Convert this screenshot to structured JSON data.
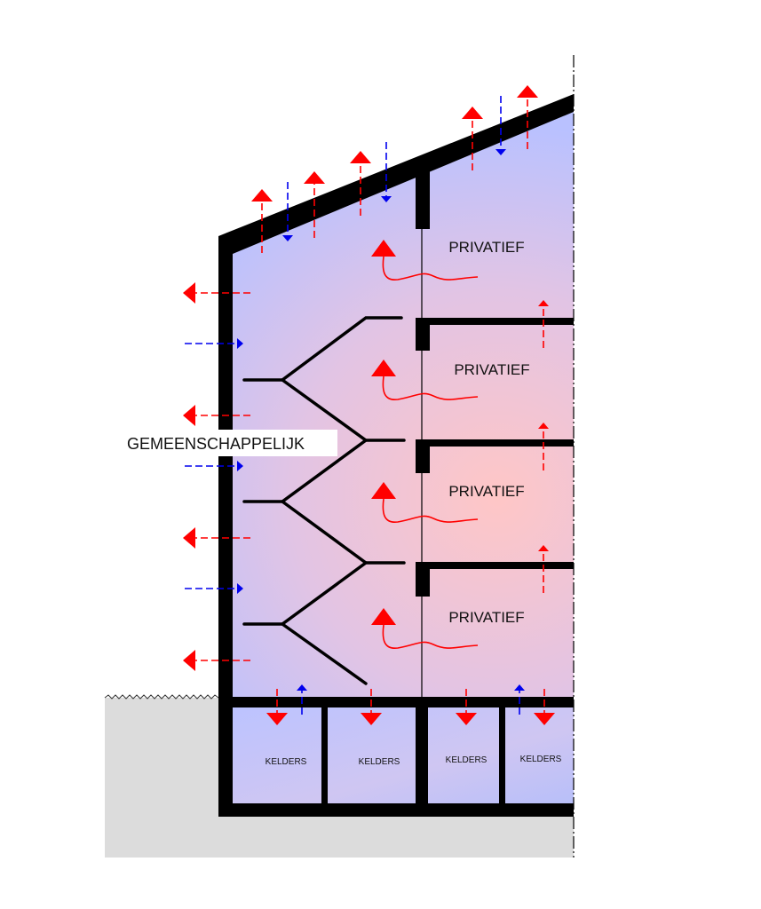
{
  "labels": {
    "common": "GEMEENSCHAPPELIJK",
    "private": [
      "PRIVATIEF",
      "PRIVATIEF",
      "PRIVATIEF",
      "PRIVATIEF"
    ],
    "cellars": [
      "KELDERS",
      "KELDERS",
      "KELDERS",
      "KELDERS"
    ]
  },
  "colors": {
    "heat_loss": "#ff0000",
    "air_intake": "#0000ee",
    "cold": "#b8c0ff",
    "warm": "#ffc4c4",
    "structure": "#000000",
    "ground": "#dcdcdc"
  }
}
